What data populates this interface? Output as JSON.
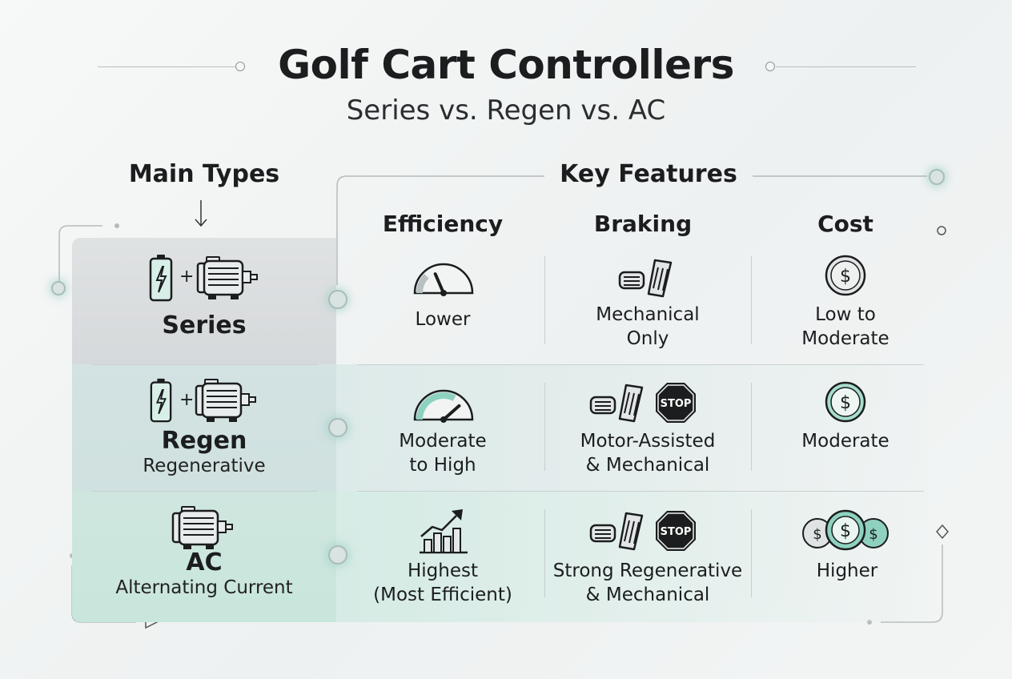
{
  "title": "Golf Cart Controllers",
  "subtitle": "Series vs. Regen vs. AC",
  "main_types_heading": "Main Types",
  "key_features_heading": "Key Features",
  "columns": {
    "efficiency": "Efficiency",
    "braking": "Braking",
    "cost": "Cost"
  },
  "rows": [
    {
      "name": "Series",
      "subtitle": "",
      "efficiency": [
        "Lower"
      ],
      "braking": [
        "Mechanical",
        "Only"
      ],
      "cost": [
        "Low to",
        "Moderate"
      ],
      "gauge_level": 0.25
    },
    {
      "name": "Regen",
      "subtitle": "Regenerative",
      "efficiency": [
        "Moderate",
        "to High"
      ],
      "braking": [
        "Motor-Assisted",
        "& Mechanical"
      ],
      "cost": [
        "Moderate"
      ],
      "gauge_level": 0.65
    },
    {
      "name": "AC",
      "subtitle": "Alternating Current",
      "efficiency": [
        "Highest",
        "(Most Efficient)"
      ],
      "braking": [
        "Strong Regenerative",
        "& Mechanical"
      ],
      "cost": [
        "Higher"
      ]
    }
  ],
  "icons": {
    "battery": "battery-icon",
    "motor": "motor-icon",
    "gauge": "gauge-icon",
    "pedals": "pedals-icon",
    "stop": "stop-sign-icon",
    "coin": "dollar-coin-icon",
    "growth": "growth-chart-icon",
    "plus": "+",
    "stop_text": "STOP",
    "dollar": "$"
  },
  "colors": {
    "accent": "#7fc7b6",
    "row1": "#d9dcde",
    "row2": "#cfe1e1",
    "row3": "#cbe7df",
    "dark": "#1b1d1e"
  }
}
